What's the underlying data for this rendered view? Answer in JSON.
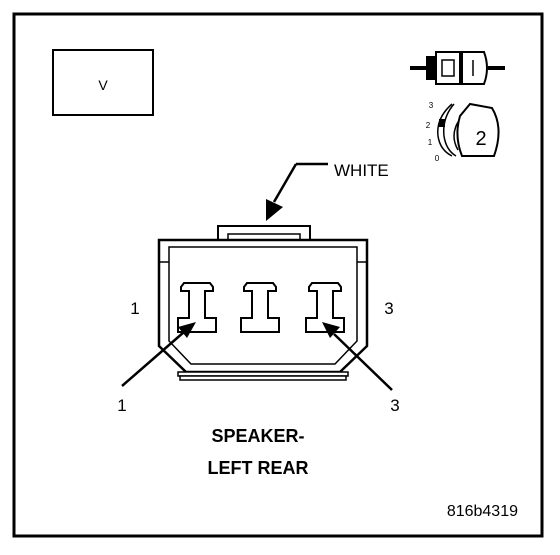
{
  "figure_code": "816b4319",
  "view_box_label": "V",
  "connector_color": "WHITE",
  "caption": {
    "line1": "SPEAKER-",
    "line2": "LEFT REAR"
  },
  "pin_labels": {
    "left_side": "1",
    "right_side": "3",
    "left_callout": "1",
    "right_callout": "3"
  },
  "connector_icon": {
    "level_ticks": [
      "3",
      "2",
      "1",
      "0"
    ],
    "badge": "2"
  },
  "colors": {
    "line": "#000000",
    "background": "#ffffff"
  }
}
